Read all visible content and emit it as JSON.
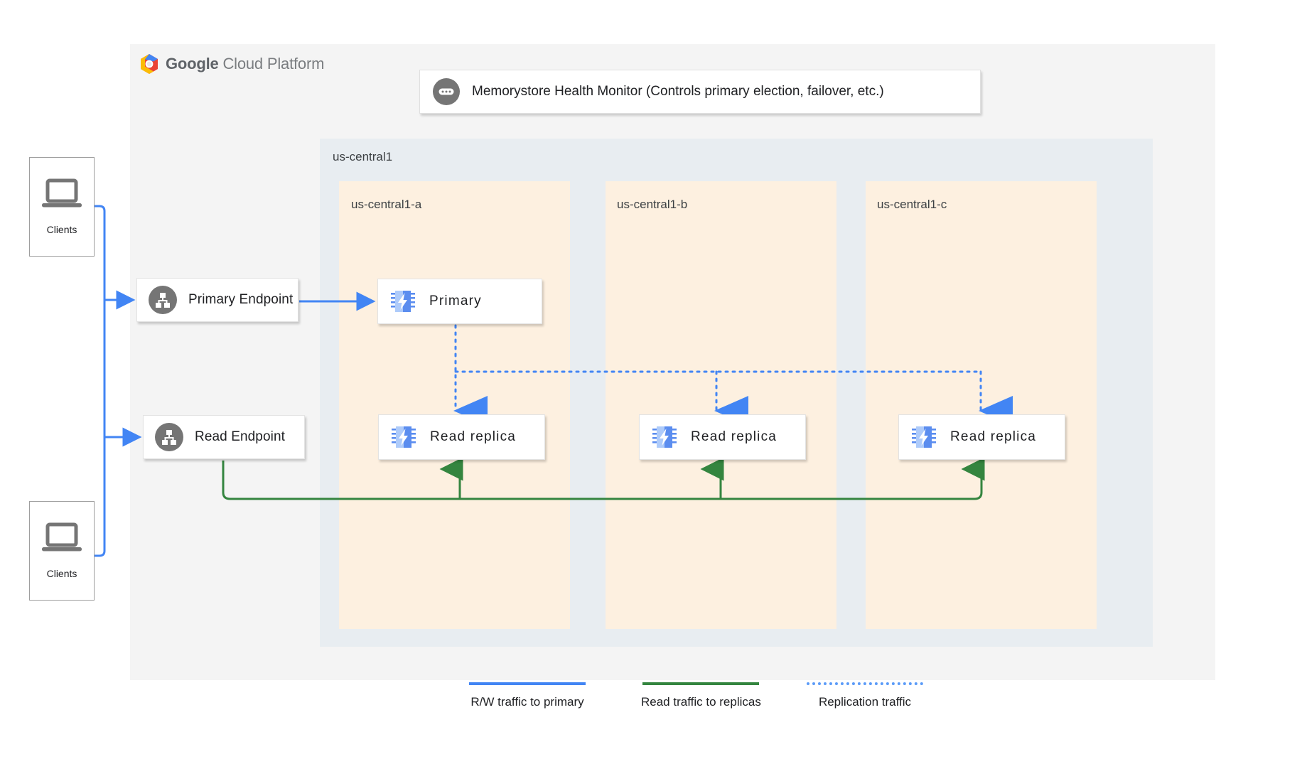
{
  "platform": {
    "brand_bold": "Google",
    "brand_light": " Cloud Platform",
    "logo_icon": "google-cloud-hexagon-icon"
  },
  "health_monitor": {
    "icon": "health-monitor-icon",
    "label": "Memorystore Health Monitor (Controls primary election, failover, etc.)"
  },
  "region": {
    "label": "us-central1",
    "zones": [
      {
        "label": "us-central1-a",
        "instance": "Primary"
      },
      {
        "label": "us-central1-b",
        "instance": "Read replica"
      },
      {
        "label": "us-central1-c",
        "instance": "Read replica"
      }
    ],
    "replica_a_label": "Read replica"
  },
  "endpoints": [
    {
      "label": "Primary Endpoint",
      "icon": "endpoint-hierarchy-icon"
    },
    {
      "label": "Read Endpoint",
      "icon": "endpoint-hierarchy-icon"
    }
  ],
  "clients": [
    {
      "label": "Clients",
      "icon": "laptop-icon"
    },
    {
      "label": "Clients",
      "icon": "laptop-icon"
    }
  ],
  "legend": [
    {
      "label": "R/W traffic to primary",
      "color": "#4285f4",
      "style": "solid"
    },
    {
      "label": "Read traffic to replicas",
      "color": "#34853f",
      "style": "solid"
    },
    {
      "label": "Replication traffic",
      "color": "#5b9bf8",
      "style": "dotted"
    }
  ],
  "colors": {
    "blue_traffic": "#4285f4",
    "green_traffic": "#34853f",
    "replication_blue": "#5b9bf8",
    "region_bg": "#e8edf1",
    "zone_bg": "#fdf0e0",
    "panel_bg": "#f4f4f4",
    "icon_gray": "#757575",
    "chip_blue": "#5b8def",
    "chip_light_blue": "#aecbfa"
  }
}
